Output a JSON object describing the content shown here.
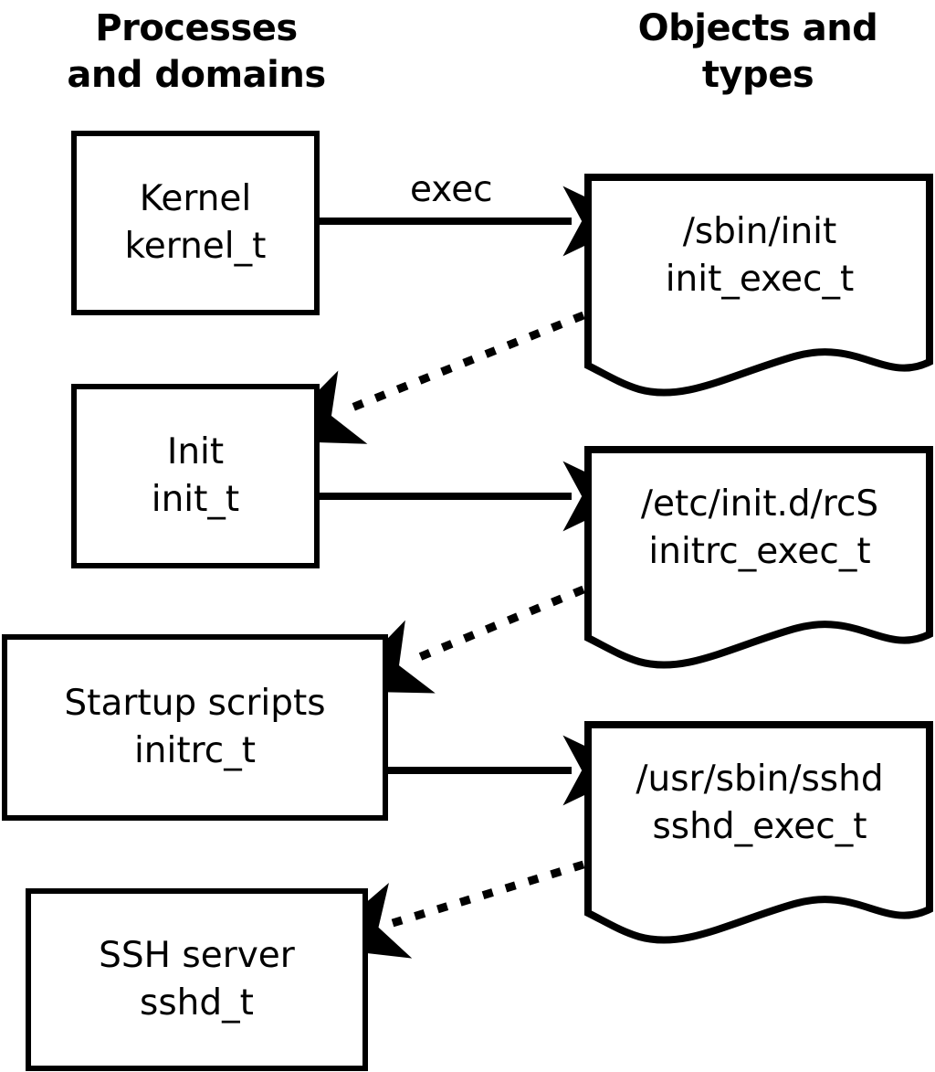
{
  "headers": {
    "left": "Processes\nand domains",
    "right": "Objects and\ntypes"
  },
  "colors": {
    "stroke": "#000000",
    "fill": "#ffffff",
    "background": "#ffffff"
  },
  "processes": [
    {
      "id": "kernel",
      "title": "Kernel",
      "type": "kernel_t"
    },
    {
      "id": "init",
      "title": "Init",
      "type": "init_t"
    },
    {
      "id": "initrc",
      "title": "Startup scripts",
      "type": "initrc_t"
    },
    {
      "id": "sshd",
      "title": "SSH server",
      "type": "sshd_t"
    }
  ],
  "objects": [
    {
      "id": "init_exec",
      "path": "/sbin/init",
      "type": "init_exec_t"
    },
    {
      "id": "initrc_exec",
      "path": "/etc/init.d/rcS",
      "type": "initrc_exec_t"
    },
    {
      "id": "sshd_exec",
      "path": "/usr/sbin/sshd",
      "type": "sshd_exec_t"
    }
  ],
  "edges": [
    {
      "id": "kernel-exec-init",
      "from": "kernel",
      "to": "init_exec",
      "label": "exec",
      "style": "solid"
    },
    {
      "id": "init_exec-transition",
      "from": "init_exec",
      "to": "init",
      "label": "",
      "style": "dotted"
    },
    {
      "id": "init-exec-initrc",
      "from": "init",
      "to": "initrc_exec",
      "label": "",
      "style": "solid"
    },
    {
      "id": "initrc_exec-transition",
      "from": "initrc_exec",
      "to": "initrc",
      "label": "",
      "style": "dotted"
    },
    {
      "id": "initrc-exec-sshd",
      "from": "initrc",
      "to": "sshd_exec",
      "label": "",
      "style": "solid"
    },
    {
      "id": "sshd_exec-transition",
      "from": "sshd_exec",
      "to": "sshd",
      "label": "",
      "style": "dotted"
    }
  ]
}
